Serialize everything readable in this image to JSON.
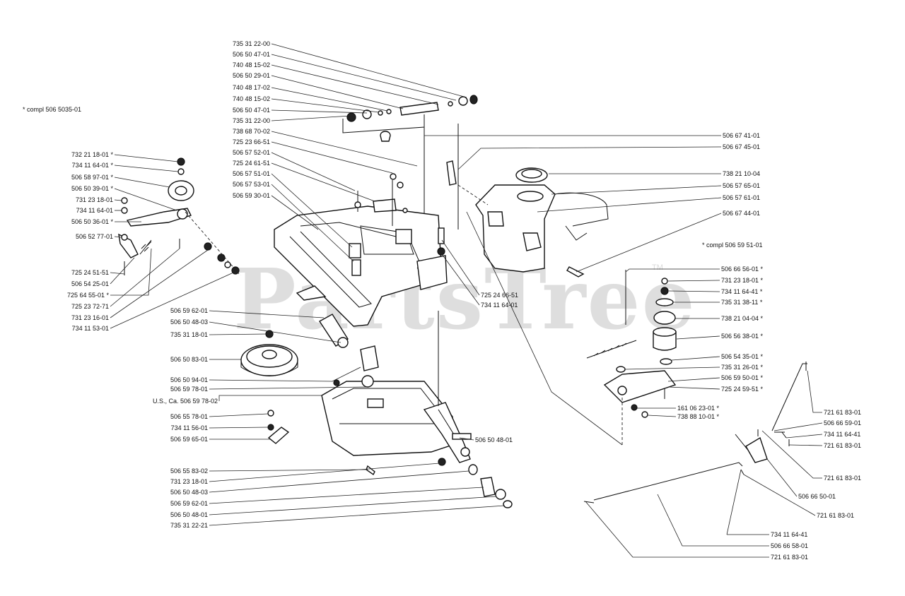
{
  "watermark": {
    "text": "PartsTree",
    "trademark": "TM"
  },
  "notes": [
    {
      "id": "n1",
      "text": "* compl 506 5035-01"
    },
    {
      "id": "n2",
      "text": "* compl 506 59 51-01"
    }
  ],
  "callouts": [
    {
      "id": "c1",
      "text": "735 31 22-00"
    },
    {
      "id": "c2",
      "text": "506 50 47-01"
    },
    {
      "id": "c3",
      "text": "740 48 15-02"
    },
    {
      "id": "c4",
      "text": "506 50 29-01"
    },
    {
      "id": "c5",
      "text": "740 48 17-02"
    },
    {
      "id": "c6",
      "text": "740 48 15-02"
    },
    {
      "id": "c7",
      "text": "506 50 47-01"
    },
    {
      "id": "c8",
      "text": "735 31 22-00"
    },
    {
      "id": "c9",
      "text": "738 68 70-02"
    },
    {
      "id": "c10",
      "text": "725 23 66-51"
    },
    {
      "id": "c11",
      "text": "506 57 52-01"
    },
    {
      "id": "c12",
      "text": "725 24 61-51"
    },
    {
      "id": "c13",
      "text": "506 57 51-01"
    },
    {
      "id": "c14",
      "text": "506 57 53-01"
    },
    {
      "id": "c15",
      "text": "506 59 30-01"
    },
    {
      "id": "c16",
      "text": "732 21 18-01 *"
    },
    {
      "id": "c17",
      "text": "734 11 64-01 *"
    },
    {
      "id": "c18",
      "text": "506 58 97-01 *"
    },
    {
      "id": "c19",
      "text": "506 50 39-01 *"
    },
    {
      "id": "c20",
      "text": "731 23 18-01"
    },
    {
      "id": "c21",
      "text": "734 11 64-01"
    },
    {
      "id": "c22",
      "text": "506 50 36-01 *"
    },
    {
      "id": "c23",
      "text": "506 52 77-01"
    },
    {
      "id": "c24",
      "text": "725 24 51-51"
    },
    {
      "id": "c25",
      "text": "506 54 25-01"
    },
    {
      "id": "c26",
      "text": "725 64 55-01 *"
    },
    {
      "id": "c27",
      "text": "725 23 72-71"
    },
    {
      "id": "c28",
      "text": "731 23 16-01"
    },
    {
      "id": "c29",
      "text": "734 11 53-01"
    },
    {
      "id": "c30",
      "text": "506 59 62-01"
    },
    {
      "id": "c31",
      "text": "506 50 48-03"
    },
    {
      "id": "c32",
      "text": "735 31 18-01"
    },
    {
      "id": "c33",
      "text": "506 50 83-01"
    },
    {
      "id": "c34",
      "text": "506 50 94-01"
    },
    {
      "id": "c35",
      "text": "506 59 78-01"
    },
    {
      "id": "c36",
      "text": "U.S., Ca. 506 59 78-02"
    },
    {
      "id": "c37",
      "text": "506 55 78-01"
    },
    {
      "id": "c38",
      "text": "734 11 56-01"
    },
    {
      "id": "c39",
      "text": "506 59 65-01"
    },
    {
      "id": "c40",
      "text": "506 55 83-02"
    },
    {
      "id": "c41",
      "text": "731 23 18-01"
    },
    {
      "id": "c42",
      "text": "506 50 48-03"
    },
    {
      "id": "c43",
      "text": "506 59 62-01"
    },
    {
      "id": "c44",
      "text": "506 50 48-01"
    },
    {
      "id": "c45",
      "text": "735 31 22-21"
    },
    {
      "id": "c46",
      "text": "725 24 66-51"
    },
    {
      "id": "c47",
      "text": "734 11 64-01"
    },
    {
      "id": "c48",
      "text": "506 50 48-01"
    },
    {
      "id": "c49",
      "text": "506 67 41-01"
    },
    {
      "id": "c50",
      "text": "506 67 45-01"
    },
    {
      "id": "c51",
      "text": "738 21 10-04"
    },
    {
      "id": "c52",
      "text": "506 57 65-01"
    },
    {
      "id": "c53",
      "text": "506 57 61-01"
    },
    {
      "id": "c54",
      "text": "506 67 44-01"
    },
    {
      "id": "c55",
      "text": "506 66 56-01 *"
    },
    {
      "id": "c56",
      "text": "731 23 18-01 *"
    },
    {
      "id": "c57",
      "text": "734 11 64-41 *"
    },
    {
      "id": "c58",
      "text": "735 31 38-11 *"
    },
    {
      "id": "c59",
      "text": "738 21 04-04 *"
    },
    {
      "id": "c60",
      "text": "506 56 38-01 *"
    },
    {
      "id": "c61",
      "text": "506 54 35-01 *"
    },
    {
      "id": "c62",
      "text": "735 31 26-01 *"
    },
    {
      "id": "c63",
      "text": "506 59 50-01 *"
    },
    {
      "id": "c64",
      "text": "725 24 59-51 *"
    },
    {
      "id": "c65",
      "text": "161 06 23-01 *"
    },
    {
      "id": "c66",
      "text": "738 88 10-01 *"
    },
    {
      "id": "c67",
      "text": "721 61 83-01"
    },
    {
      "id": "c68",
      "text": "506 66 59-01"
    },
    {
      "id": "c69",
      "text": "734 11 64-41"
    },
    {
      "id": "c70",
      "text": "721 61 83-01"
    },
    {
      "id": "c71",
      "text": "721 61 83-01"
    },
    {
      "id": "c72",
      "text": "506 66 50-01"
    },
    {
      "id": "c73",
      "text": "721 61 83-01"
    },
    {
      "id": "c74",
      "text": "734 11 64-41"
    },
    {
      "id": "c75",
      "text": "506 66 58-01"
    },
    {
      "id": "c76",
      "text": "721 61 83-01"
    }
  ]
}
